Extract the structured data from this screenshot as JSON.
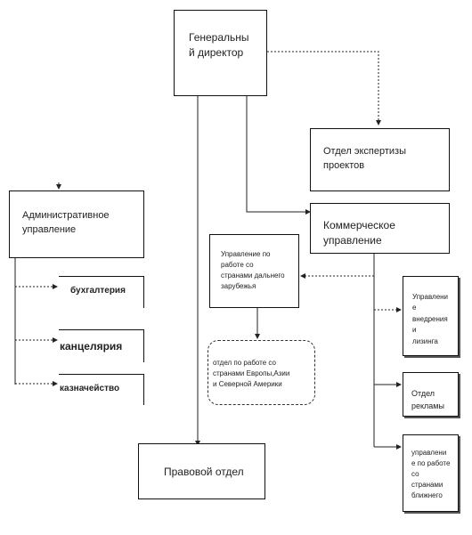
{
  "nodes": {
    "ceo": "Генеральны\nй директор",
    "expertise": "Отдел экспертизы\nпроектов",
    "admin": "Административное\nуправление",
    "commercial": "Коммерческое\nуправление",
    "foreign": "Управление по\nработе со\nстранами дальнего\nзарубежья",
    "regions": "отдел по работе со\nстранами Европы,Азии\nи Северной Америки",
    "accounting": "бухгалтерия",
    "office": "канцелярия",
    "treasury": "казначейство",
    "legal": "Правовой отдел",
    "leasing": "Управлени\nе\nвнедрения\nи\nлизинга",
    "ads": "Отдел\nрекламы",
    "near": "управлени\nе по работе\nсо\nстранами\nближнего"
  }
}
